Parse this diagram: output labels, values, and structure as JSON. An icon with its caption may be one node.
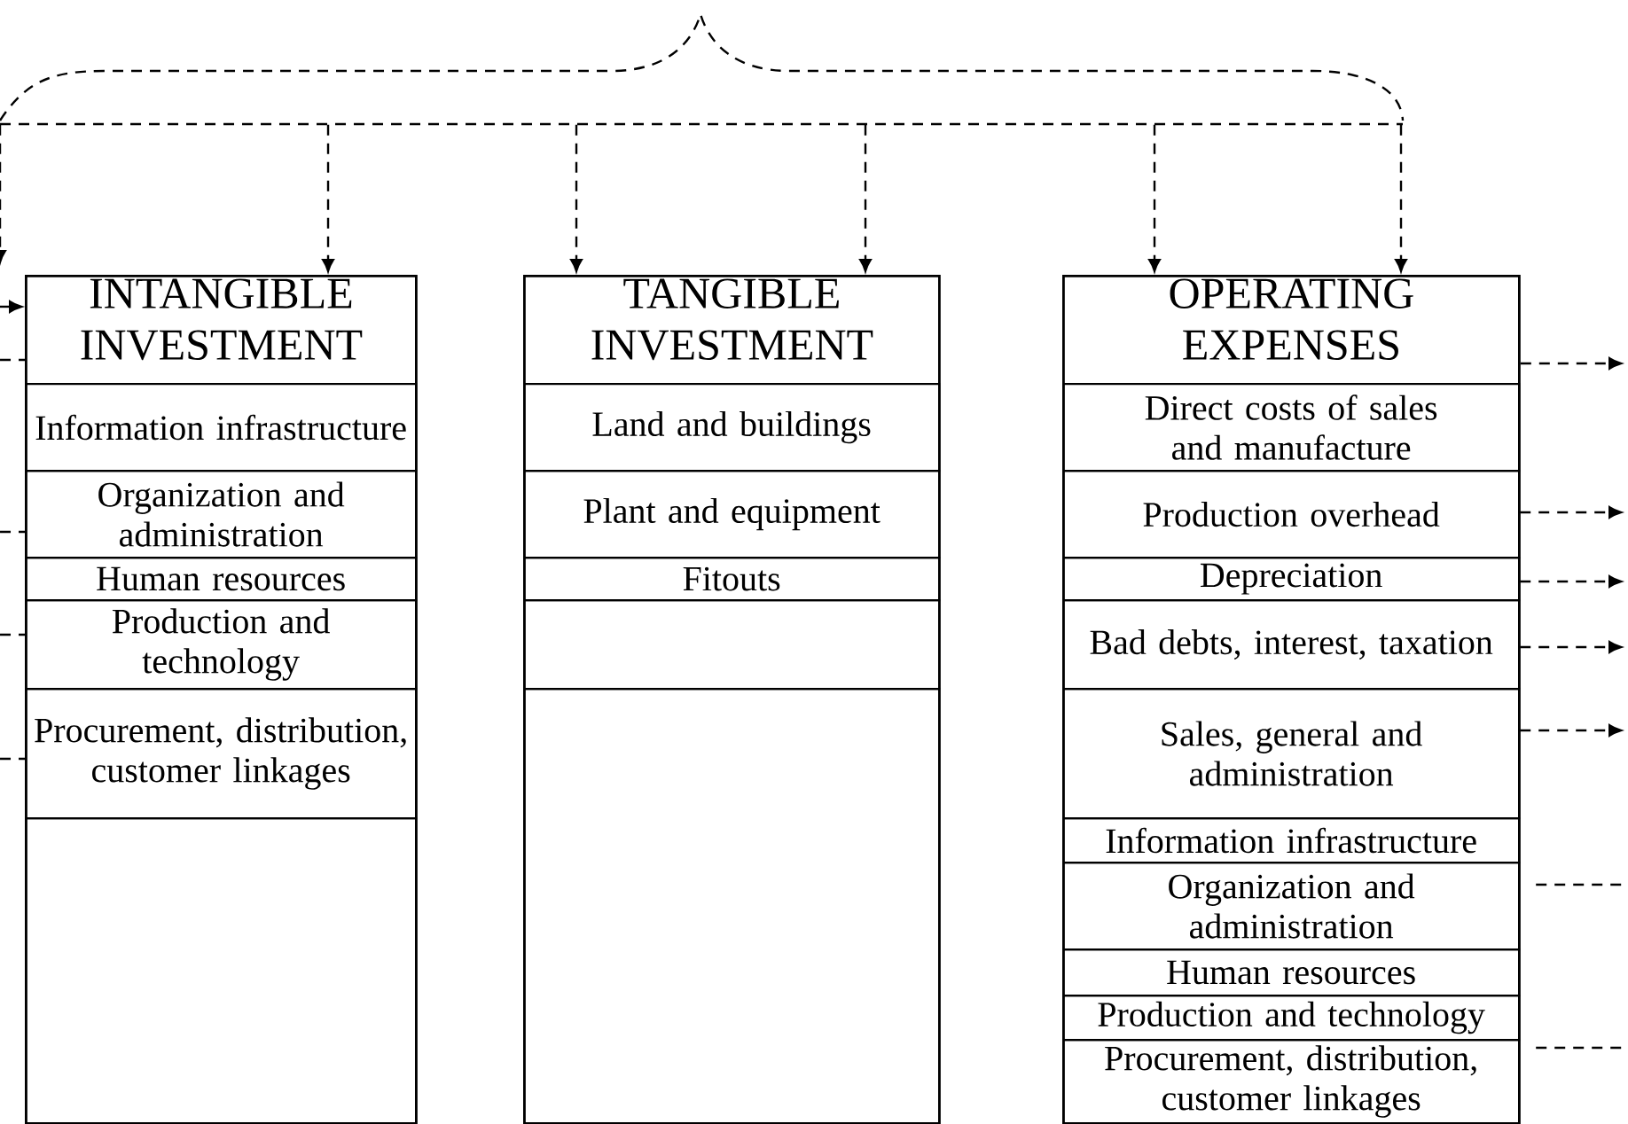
{
  "diagram": {
    "nodes": [
      {
        "text": [],
        "shape": "brace"
      },
      {
        "text": [
          "INTANGIBLE INVESTMENT"
        ]
      },
      {
        "text": [
          "Information infrastructure"
        ],
        "in": 1
      },
      {
        "text": [
          "Organization and administration"
        ],
        "in": 1
      },
      {
        "text": [
          "Human resources"
        ],
        "in": 1
      },
      {
        "text": [
          "Production and technology"
        ],
        "in": 1
      },
      {
        "text": [
          "Procurement, distribution, customer linkages"
        ],
        "in": 1
      },
      {
        "text": [],
        "shape": "box",
        "in": 1
      },
      {
        "text": [
          "TANGIBLE INVESTMENT"
        ]
      },
      {
        "text": [
          "Land and buildings"
        ],
        "in": 8
      },
      {
        "text": [
          "Plant and equipment"
        ],
        "in": 8
      },
      {
        "text": [
          "Fitouts"
        ],
        "in": 8
      },
      {
        "text": [],
        "shape": "box",
        "in": 8
      },
      {
        "text": [],
        "shape": "box",
        "in": 8
      },
      {
        "text": [
          "OPERATING EXPENSES"
        ]
      },
      {
        "text": [
          "Direct costs of sales and manufacture"
        ],
        "in": 14
      },
      {
        "text": [
          "Production overhead"
        ],
        "in": 14
      },
      {
        "text": [
          "Depreciation"
        ],
        "in": 14
      },
      {
        "text": [
          "Bad debts, interest, taxation"
        ],
        "in": 14
      },
      {
        "text": [
          "Sales, general and administration"
        ],
        "in": 14
      },
      {
        "text": [
          "Information infrastructure"
        ],
        "in": 14
      },
      {
        "text": [
          "Organization and administration"
        ],
        "in": 14
      },
      {
        "text": [
          "Human resources"
        ],
        "in": 14
      },
      {
        "text": [
          "Production and technology"
        ],
        "in": 14
      },
      {
        "text": [
          "Procurement, distribution, customer linkages"
        ],
        "in": 14
      }
    ],
    "edges": [
      {
        "from": 0,
        "to": 1,
        "arrow": "to"
      },
      {
        "from": 0,
        "to": 8,
        "arrow": "to"
      },
      {
        "from": 0,
        "to": 8,
        "arrow": "to"
      },
      {
        "from": 0,
        "to": 14,
        "arrow": "to"
      },
      {
        "from": 0,
        "to": 14,
        "arrow": "to"
      },
      {
        "from": 0,
        "to": null,
        "arrow": "to"
      },
      {
        "from": null,
        "to": 1,
        "arrow": "to"
      },
      {
        "from": null,
        "to": 1,
        "arrow": "none"
      },
      {
        "from": null,
        "to": 3,
        "arrow": "none"
      },
      {
        "from": null,
        "to": 5,
        "arrow": "none"
      },
      {
        "from": null,
        "to": 6,
        "arrow": "none"
      },
      {
        "from": 14,
        "to": null,
        "arrow": "to"
      },
      {
        "from": 16,
        "to": null,
        "arrow": "to"
      },
      {
        "from": 17,
        "to": null,
        "arrow": "to"
      },
      {
        "from": 18,
        "to": null,
        "arrow": "to"
      },
      {
        "from": 19,
        "to": null,
        "arrow": "to"
      },
      {
        "from": 21,
        "to": null,
        "arrow": "none"
      },
      {
        "from": 24,
        "to": null,
        "arrow": "none"
      }
    ]
  }
}
